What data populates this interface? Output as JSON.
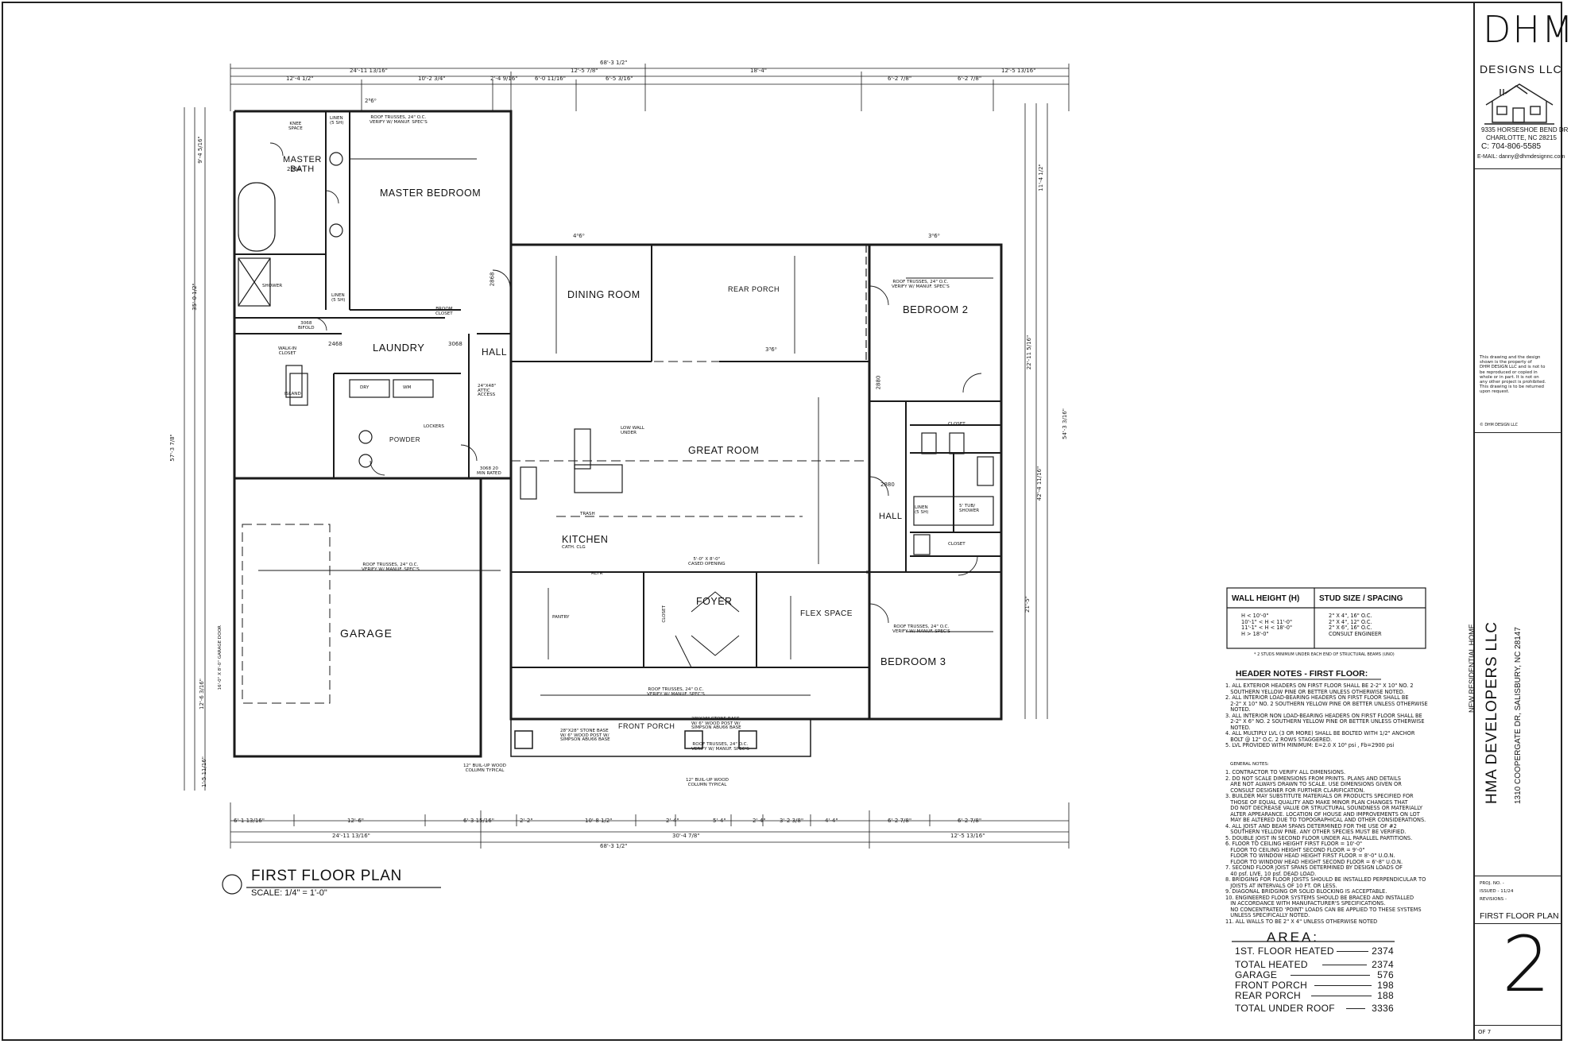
{
  "title_block": {
    "firm_name": "DHM",
    "firm_sub": "DESIGNS LLC",
    "address_1": "9335 HORSESHOE BEND DR",
    "address_2": "CHARLOTTE, NC 28215",
    "phone": "C: 704-806-5585",
    "email": "E-MAIL: danny@dhmdesignnc.com",
    "disclaimer": "This drawing and the design\nshown is the property of\nDHM DESIGN LLC and is not to\nbe reproduced or copied in\nwhole or in part. It is not on\nany other project is prohibited.\nThis drawing is to be returned\nupon request.",
    "copyright": "© DHM DESIGN LLC",
    "project_type": "NEW RESIDENTIAL HOME",
    "client": "HMA DEVELOPERS LLC",
    "site_address": "1310 COOPERGATE DR, SALISBURY, NC 28147",
    "proj_no": "PROJ. NO. -",
    "issued": "ISSUED - 11/24",
    "revisions": "REVISIONS -",
    "sheet_title": "FIRST FLOOR PLAN",
    "sheet_number": "2",
    "sheet_of": "OF 7"
  },
  "plan_title": "FIRST FLOOR PLAN",
  "plan_scale": "SCALE: 1/4\" = 1'-0\"",
  "rooms": {
    "master_bath": "MASTER\nBATH",
    "master_bedroom": "MASTER BEDROOM",
    "laundry": "LAUNDRY",
    "hall_left": "HALL",
    "dining_room": "DINING ROOM",
    "rear_porch": "REAR PORCH",
    "bedroom_2": "BEDROOM 2",
    "great_room": "GREAT ROOM",
    "kitchen": "KITCHEN",
    "hall_right": "HALL",
    "garage": "GARAGE",
    "foyer": "FOYER",
    "flex_space": "FLEX SPACE",
    "bedroom_3": "BEDROOM 3",
    "front_porch": "FRONT PORCH",
    "powder": "POWDER",
    "walk_in_closet": "WALK-IN\nCLOSET",
    "pantry": "PANTRY",
    "closet_1": "CLOSET",
    "closet_2": "CLOSET",
    "closet_3": "CLOSET",
    "island": "ISLAND",
    "lockers": "LOCKERS",
    "shower": "SHOWER",
    "knee_space": "KNEE\nSPACE",
    "linen_1": "LINEN\n(5 SH)",
    "linen_2": "LINEN\n(5 SH)",
    "linen_3": "LINEN\n(5 SH)",
    "broom_closet": "BROOM\nCLOSET",
    "dry": "DRY",
    "wm": "WM",
    "trash": "TRASH",
    "attic_access": "24\"X48\"\nATTIC\nACCESS",
    "cath_clg_1": "CATH. CLG",
    "low_wall": "LOW WALL\nUNDER",
    "tub_shower": "5' TUB/\nSHOWER",
    "refr": "REFR"
  },
  "trusses": {
    "master": "ROOF TRUSSES, 24\" O.C.\nVERIFY W/ MANUF. SPEC'S",
    "garage": "ROOF TRUSSES, 24\" O.C.\nVERIFY W/ MANUF. SPEC'S",
    "bedroom_2": "ROOF TRUSSES, 24\" O.C.\nVERIFY W/ MANUF. SPEC'S",
    "bedroom_3": "ROOF TRUSSES, 24\" O.C.\nVERIFY W/ MANUF. SPEC'S",
    "front": "ROOF TRUSSES, 24\" O.C.\nVERIFY W/ MANUF. SPEC'S",
    "front_porch": "ROOF TRUSSES, 24\" O.C.\nVERIFY W/ MANUF. SPEC'S"
  },
  "dims_top": {
    "overall": "68'-3 1/2\"",
    "seg_a": "24'-11 13/16\"",
    "seg_b": "12'-5 7/8\"",
    "seg_c": "18'-4\"",
    "seg_d": "12'-5 13/16\"",
    "sub_1": "12'-4 1/2\"",
    "sub_2": "10'-2 3/4\"",
    "sub_3": "2'-4 9/16\"",
    "sub_4": "6'-0 11/16\"",
    "sub_5": "6'-5 3/16\"",
    "sub_6": "6'-2 7/8\"",
    "sub_7": "6'-2 7/8\""
  },
  "dims_bottom": {
    "overall": "68'-3 1/2\"",
    "seg_a": "24'-11 13/16\"",
    "seg_b": "30'-4 7/8\"",
    "seg_c": "12'-5 13/16\"",
    "sub_1": "6'-1 13/16\"",
    "sub_2": "12'-6\"",
    "sub_3": "6'-3 15/16\"",
    "sub_4": "2'-2\"",
    "sub_5": "10'-8 1/2\"",
    "sub_6": "2'-4\"",
    "sub_7": "5'-4\"",
    "sub_8": "2'-4\"",
    "sub_9": "3'-2 3/8\"",
    "sub_10": "4'-4\"",
    "sub_11": "6'-2 7/8\"",
    "sub_12": "6'-2 7/8\""
  },
  "dims_side": {
    "left_overall": "57'-3 7/8\"",
    "left_1": "35'-0 1/2\"",
    "left_2": "9'-4 5/16\"",
    "left_3": "12'-6 3/16\"",
    "left_4": "1'-5 11/16\"",
    "right_overall": "54'-3 3/16\"",
    "right_1": "11'-4 1/2\"",
    "right_2": "22'-11 5/16\"",
    "right_3": "42'-4 11/16\"",
    "right_4": "21'-5\""
  },
  "stud_table": {
    "col1_header": "WALL HEIGHT (H)",
    "col2_header": "STUD SIZE / SPACING",
    "rows_h": "H < 10'-0\"\n10'-1\" < H < 11'-0\"\n11'-1\" < H < 18'-0\"\nH > 18'-0\"",
    "rows_s": "2\" X 4\", 16\" O.C.\n2\" X 4\", 12\" O.C.\n2\" X 6\", 16\" O.C.\nCONSULT ENGINEER",
    "footnote": "* 2 STUDS MINIMUM UNDER EACH END OF STRUCTURAL BEAMS (UNO)"
  },
  "header_notes": {
    "title": "HEADER NOTES - FIRST FLOOR:",
    "body": "1. ALL EXTERIOR HEADERS ON FIRST FLOOR SHALL BE 2-2\" X 10\" NO. 2\n   SOUTHERN YELLOW PINE OR BETTER UNLESS OTHERWISE NOTED.\n2. ALL INTERIOR LOAD-BEARING HEADERS ON FIRST FLOOR SHALL BE\n   2-2\" X 10\" NO. 2 SOUTHERN YELLOW PINE OR BETTER UNLESS OTHERWISE\n   NOTED.\n3. ALL INTERIOR NON LOAD-BEARING HEADERS ON FIRST FLOOR SHALL BE\n   2-2\" X 6\" NO. 2 SOUTHERN YELLOW PINE OR BETTER UNLESS OTHERWISE\n   NOTED.\n4. ALL MULTIPLY LVL (3 OR MORE) SHALL BE BOLTED WITH 1/2\" ANCHOR\n   BOLT @ 12\" O.C. 2 ROWS STAGGERED.\n5. LVL PROVIDED WITH MINIMUM: E=2.0 X 10⁶ psi , Fb=2900 psi"
  },
  "general_notes": {
    "title": "GENERAL NOTES:",
    "body": "1. CONTRACTOR TO VERIFY ALL DIMENSIONS.\n2. DO NOT SCALE DIMENSIONS FROM PRINTS. PLANS AND DETAILS\n   ARE NOT ALWAYS DRAWN TO SCALE. USE DIMENSIONS GIVEN OR\n   CONSULT DESIGNER FOR FURTHER CLARIFICATION.\n3. BUILDER MAY SUBSTITUTE MATERIALS OR PRODUCTS SPECIFIED FOR\n   THOSE OF EQUAL QUALITY AND MAKE MINOR PLAN CHANGES THAT\n   DO NOT DECREASE VALUE OR STRUCTURAL SOUNDNESS OR MATERIALLY\n   ALTER APPEARANCE. LOCATION OF HOUSE AND IMPROVEMENTS ON LOT\n   MAY BE ALTERED DUE TO TOPOGRAPHICAL AND OTHER CONSIDERATIONS.\n4. ALL JOIST AND BEAM SPANS DETERMINED FOR THE USE OF #2\n   SOUTHERN YELLOW PINE. ANY OTHER SPECIES MUST BE VERIFIED.\n5. DOUBLE JOIST IN SECOND FLOOR UNDER ALL PARALLEL PARTITIONS.\n6. FLOOR TO CEILING HEIGHT FIRST FLOOR = 10'-0\"\n   FLOOR TO CEILING HEIGHT SECOND FLOOR = 9'-0\"\n   FLOOR TO WINDOW HEAD HEIGHT FIRST FLOOR = 8'-0\" U.O.N.\n   FLOOR TO WINDOW HEAD HEIGHT SECOND FLOOR = 6'-8\" U.O.N.\n7. SECOND FLOOR JOIST SPANS DETERMINED BY DESIGN LOADS OF\n   40 psf. LIVE, 10 psf. DEAD LOAD.\n8. BRIDGING FOR FLOOR JOISTS SHOULD BE INSTALLED PERPENDICULAR TO\n   JOISTS AT INTERVALS OF 10 FT. OR LESS.\n9. DIAGONAL BRIDGING OR SOLID BLOCKING IS ACCEPTABLE.\n10. ENGINEERED FLOOR SYSTEMS SHOULD BE BRACED AND INSTALLED\n   IN ACCORDANCE WITH MANUFACTURER'S SPECIFICATIONS.\n   NO CONCENTRATED 'POINT' LOADS CAN BE APPLIED TO THESE SYSTEMS\n   UNLESS SPECIFICALLY NOTED.\n11. ALL WALLS TO BE 2\" X 4\" UNLESS OTHERWISE NOTED"
  },
  "area": {
    "title": "AREA:",
    "rows": [
      {
        "label": "1ST. FLOOR HEATED",
        "value": "2374"
      },
      {
        "label": "TOTAL HEATED",
        "value": "2374"
      },
      {
        "label": "GARAGE",
        "value": "576"
      },
      {
        "label": "FRONT PORCH",
        "value": "198"
      },
      {
        "label": "REAR PORCH",
        "value": "188"
      },
      {
        "label": "TOTAL UNDER ROOF",
        "value": "3336"
      }
    ]
  },
  "annotations": {
    "column_typ_1": "12\" BUIL-UP WOOD\nCOLUMN TYPICAL",
    "column_typ_2": "12\" BUIL-UP WOOD\nCOLUMN TYPICAL",
    "stone_base_1": "28\"X28\" STONE BASE\nW/ 6\" WOOD POST W/\nSIMPSON ABU66 BASE",
    "stone_base_2": "28\"X28\" STONE BASE\nW/ 6\" WOOD POST W/\nSIMPSON ABU66 BASE",
    "garage_door": "16'-0\" X 8'-0\" GARAGE DOOR",
    "cased_opening": "5'-0\" X 8'-0\"\nCASED OPENING",
    "fire_rated": "3068 20\nMIN RATED",
    "bifold": "3068\nBIFOLD",
    "door_2068": "2068",
    "door_2868": "2868",
    "door_3068": "3068",
    "door_2468": "2468",
    "door_2880": "2880",
    "window_2880": "2880",
    "win_2860": "2⁸6⁰",
    "win_4060": "4⁰6⁰",
    "win_3060": "3⁰6⁰",
    "win_3360": "3³6⁰"
  }
}
